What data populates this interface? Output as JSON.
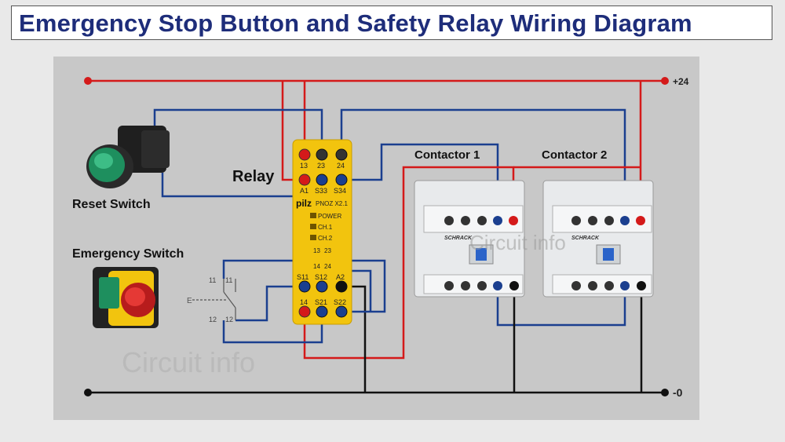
{
  "title": "Emergency Stop Button and Safety Relay Wiring Diagram",
  "rails": {
    "positive": "+24",
    "negative": "-0"
  },
  "labels": {
    "relay": "Relay",
    "contactor1": "Contactor 1",
    "contactor2": "Contactor 2",
    "reset_switch": "Reset Switch",
    "emergency_switch": "Emergency Switch"
  },
  "relay": {
    "top_terminals": [
      "13",
      "23",
      "24"
    ],
    "row2_terminals": [
      "A1",
      "S33",
      "S34"
    ],
    "brand": "pilz",
    "model": "PNOZ X2.1",
    "leds": [
      "POWER",
      "CH.1",
      "CH.2"
    ],
    "mid_terminals_top": [
      "13",
      "23"
    ],
    "mid_terminals_bottom": [
      "14",
      "24"
    ],
    "row3_terminals": [
      "S11",
      "S12",
      "A2"
    ],
    "row4_terminals": [
      "14",
      "S21",
      "S22"
    ]
  },
  "contactor_brand": "SCHRACK",
  "estop_contacts": {
    "top": "11",
    "bottom": "12"
  },
  "watermark": "Circuit info",
  "colors": {
    "positive": "#d41a1a",
    "negative": "#111111",
    "signal": "#1b3f8f",
    "relay_body": "#f2c40e",
    "title": "#1e2d7a"
  }
}
